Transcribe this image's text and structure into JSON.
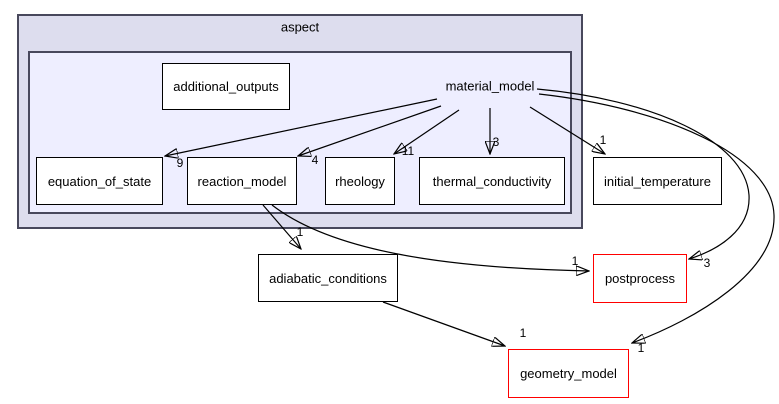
{
  "clusters": {
    "outer_label": "aspect",
    "inner_label": "material_model"
  },
  "nodes": [
    {
      "label": "additional_outputs",
      "style": "normal"
    },
    {
      "label": "equation_of_state",
      "style": "normal"
    },
    {
      "label": "reaction_model",
      "style": "normal"
    },
    {
      "label": "rheology",
      "style": "normal"
    },
    {
      "label": "thermal_conductivity",
      "style": "normal"
    },
    {
      "label": "initial_temperature",
      "style": "normal"
    },
    {
      "label": "adiabatic_conditions",
      "style": "normal"
    },
    {
      "label": "postprocess",
      "style": "red-border"
    },
    {
      "label": "geometry_model",
      "style": "red-border"
    }
  ],
  "edges": [
    {
      "from": "material_model",
      "to": "equation_of_state",
      "label": "9"
    },
    {
      "from": "material_model",
      "to": "reaction_model",
      "label": "4"
    },
    {
      "from": "material_model",
      "to": "rheology",
      "label": "11"
    },
    {
      "from": "material_model",
      "to": "thermal_conductivity",
      "label": "3"
    },
    {
      "from": "material_model",
      "to": "initial_temperature",
      "label": "1"
    },
    {
      "from": "material_model",
      "to": "postprocess",
      "label": "3"
    },
    {
      "from": "material_model",
      "to": "geometry_model",
      "label": "1"
    },
    {
      "from": "reaction_model",
      "to": "adiabatic_conditions",
      "label": "1"
    },
    {
      "from": "reaction_model",
      "to": "postprocess",
      "label": "1"
    },
    {
      "from": "adiabatic_conditions",
      "to": "geometry_model",
      "label": "1"
    }
  ],
  "colors": {
    "outer_cluster_fill": "#ddddee",
    "inner_cluster_fill": "#eeeeff",
    "cluster_border": "#48485c",
    "node_fill": "#ffffff",
    "node_border": "#000000",
    "red_node_border": "#ff0000",
    "edge_color": "#000000"
  }
}
